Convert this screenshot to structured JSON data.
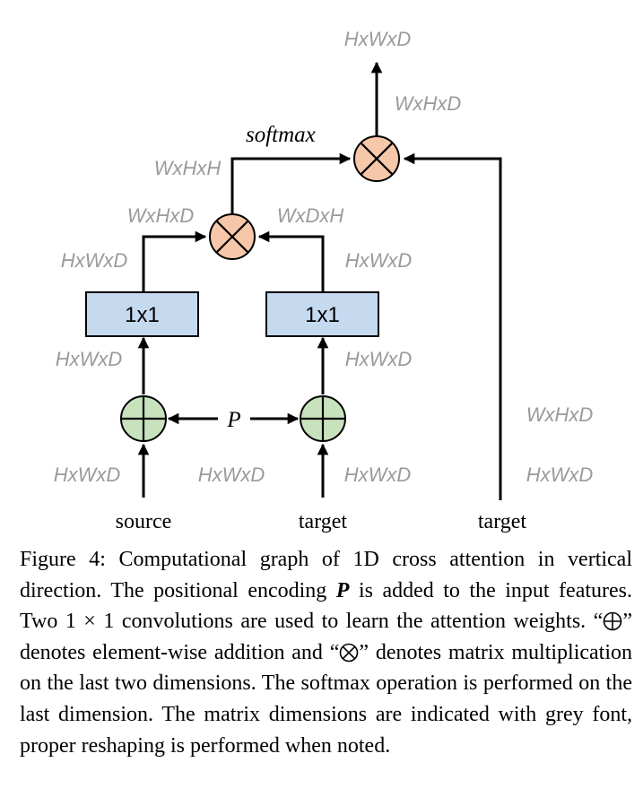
{
  "diagram": {
    "inputs": {
      "source": "source",
      "target_left": "target",
      "target_right": "target"
    },
    "positional_encoding": "P",
    "conv_left": "1x1",
    "conv_right": "1x1",
    "softmax": "softmax",
    "dims": {
      "source_in": "HxWxD",
      "target_in": "HxWxD",
      "source_add_out": "HxWxD",
      "target_add_out": "HxWxD",
      "source_conv_out": "HxWxD",
      "target_conv_out": "HxWxD",
      "source_reshaped": "WxHxD",
      "target_reshaped": "WxDxH",
      "attention": "WxHxH",
      "value_in": "HxWxD",
      "value_reshaped": "WxHxD",
      "product": "WxHxD",
      "output": "HxWxD"
    },
    "colors": {
      "conv_fill": "#c5d9ef",
      "add_fill": "#c8e2bd",
      "mul_fill": "#f6c7a9",
      "dim_text": "#9a9a9a"
    }
  },
  "caption": {
    "s1": "Figure 4: Computational graph of 1D cross attention in vertical direction. The positional encoding",
    "p": "P",
    "s2": "is added to the input features. Two 1 × 1 convolutions are used to learn the attention weights. “",
    "s3": "” denotes element-wise addition and “",
    "s4": "” denotes matrix multiplication on the last two dimensions. The softmax operation is performed on the last dimension. The matrix dimensions are indicated with grey font, proper reshaping is performed when noted."
  }
}
